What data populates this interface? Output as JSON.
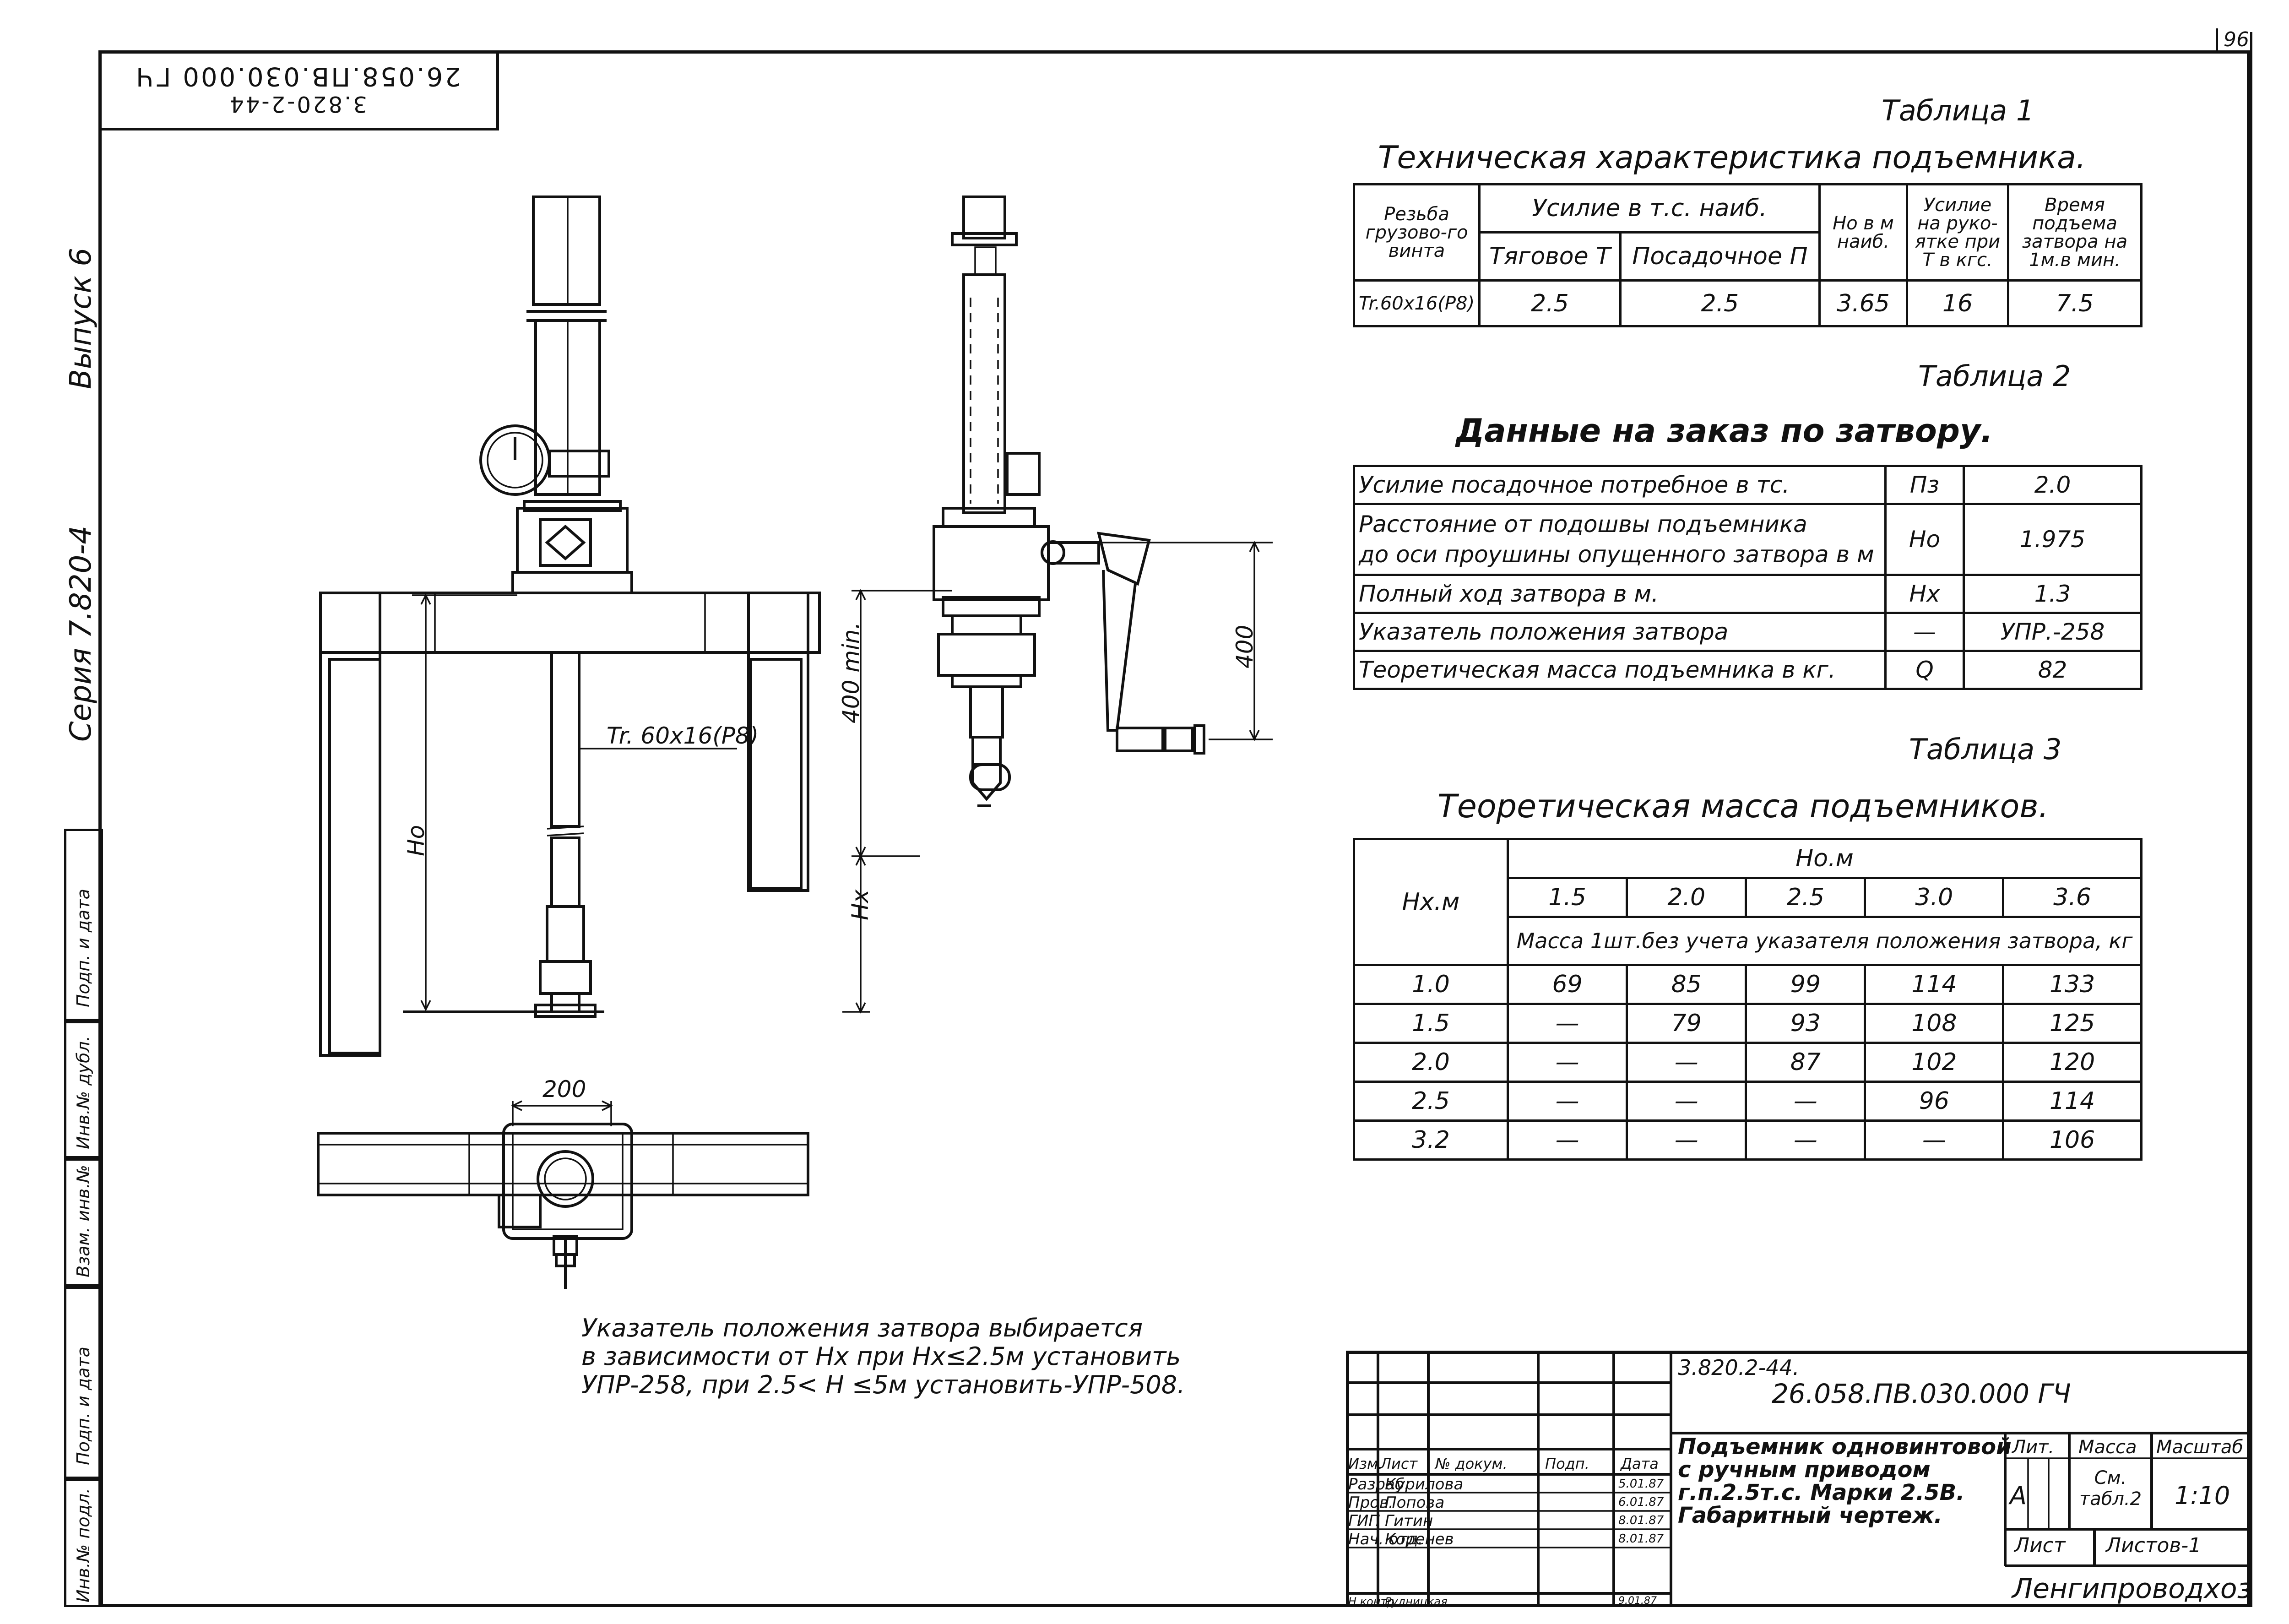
{
  "sheet": {
    "page_number": "96",
    "corner_stamp": {
      "line1": "3.820-2-44",
      "line2": "26.058.ПВ.030.000 ГЧ"
    },
    "series": "Серия 7.820-4",
    "issue": "Выпуск 6",
    "left_strip": [
      "Подп. и дата",
      "Инв.№ дубл.",
      "Взам. инв.№",
      "Подп. и дата",
      "Инв.№ подл."
    ]
  },
  "table1": {
    "caption": "Таблица 1",
    "title": "Техническая характеристика подъемника.",
    "headers": {
      "thread": "Резьба грузово-го винта",
      "force": "Усилие в т.с. наиб.",
      "traction": "Тяговое Т",
      "landing": "Посадочное П",
      "h0": "Но в м наиб.",
      "handle": "Усилие на руко-ятке при Т в кгс.",
      "time": "Время подъема затвора на 1м.в мин."
    },
    "row": [
      "Tr.60x16(P8)",
      "2.5",
      "2.5",
      "3.65",
      "16",
      "7.5"
    ]
  },
  "table2": {
    "caption": "Таблица 2",
    "title": "Данные на заказ по затвору.",
    "rows": [
      {
        "label": "Усилие посадочное потребное в тс.",
        "symbol": "Пз",
        "value": "2.0"
      },
      {
        "label_1": "Расстояние от подошвы подъемника",
        "label_2": "до оси проушины опущенного затвора в м",
        "symbol": "Но",
        "value": "1.975"
      },
      {
        "label": "Полный ход затвора в м.",
        "symbol": "Нх",
        "value": "1.3"
      },
      {
        "label": "Указатель положения затвора",
        "symbol": "—",
        "value": "УПР.-258"
      },
      {
        "label": "Теоретическая масса подъемника в кг.",
        "symbol": "Q",
        "value": "82"
      }
    ]
  },
  "table3": {
    "caption": "Таблица 3",
    "title": "Теоретическая масса подъемников.",
    "row_header": "Нх.м",
    "col_group": "Но.м",
    "cols": [
      "1.5",
      "2.0",
      "2.5",
      "3.0",
      "3.6"
    ],
    "subheader": "Масса 1шт.без учета указателя положения затвора, кг",
    "rows": [
      {
        "hx": "1.0",
        "values": [
          "69",
          "85",
          "99",
          "114",
          "133"
        ]
      },
      {
        "hx": "1.5",
        "values": [
          "—",
          "79",
          "93",
          "108",
          "125"
        ]
      },
      {
        "hx": "2.0",
        "values": [
          "—",
          "—",
          "87",
          "102",
          "120"
        ]
      },
      {
        "hx": "2.5",
        "values": [
          "—",
          "—",
          "—",
          "96",
          "114"
        ]
      },
      {
        "hx": "3.2",
        "values": [
          "—",
          "—",
          "—",
          "—",
          "106"
        ]
      }
    ]
  },
  "drawing": {
    "thread_label": "Tr. 60x16(P8)",
    "h0_label": "Но",
    "hx_label": "Нх",
    "dim_400min": "400 min.",
    "dim_400": "400",
    "dim_200": "200"
  },
  "note": {
    "line1": "Указатель положения затвора выбирается",
    "line2": "в зависимости от Нх при Нх≤2.5м установить",
    "line3": "УПР-258, при 2.5< Н ≤5м установить-УПР-508."
  },
  "title_block": {
    "code1": "3.820.2-44.",
    "code2": "26.058.ПВ.030.000 ГЧ",
    "name_1": "Подъемник одновинтовой",
    "name_2": "с ручным приводом",
    "name_3": "г.п.2.5т.с. Марки 2.5В.",
    "name_4": "Габаритный чертеж.",
    "col_izm": "Изм.",
    "col_list": "Лист",
    "col_doc": "№ докум.",
    "col_podp": "Подп.",
    "col_date": "Дата",
    "h_lit": "Лит.",
    "h_mass": "Масса",
    "h_scale": "Масштаб",
    "lit": "А",
    "mass": "См. табл.2",
    "scale": "1:10",
    "sheet": "Лист",
    "sheets": "Листов-1",
    "org": "Ленгипроводхоз",
    "people": [
      {
        "role": "Разраб.",
        "name": "Курилова",
        "date": "5.01.87"
      },
      {
        "role": "Пров.",
        "name": "Попова",
        "date": "6.01.87"
      },
      {
        "role": "ГИП",
        "name": "Гитин",
        "date": "8.01.87"
      },
      {
        "role": "Нач. отд.",
        "name": "Коренев",
        "date": "8.01.87"
      },
      {
        "role": "Н.контр.",
        "name": "Рудницкая",
        "date": "9.01.87"
      }
    ]
  }
}
